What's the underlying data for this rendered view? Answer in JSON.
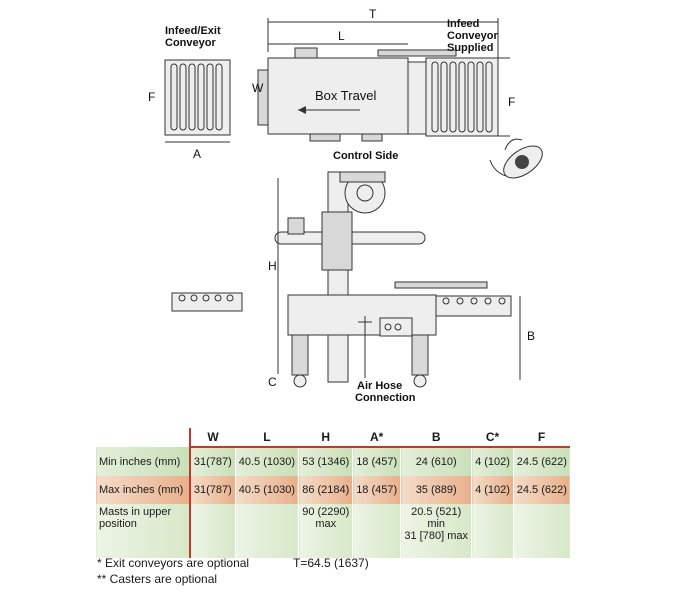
{
  "drawing": {
    "dim_T": "T",
    "dim_L": "L",
    "dim_W": "W",
    "dim_F_left": "F",
    "dim_F_right": "F",
    "dim_A": "A",
    "dim_H": "H",
    "dim_B": "B",
    "dim_C": "C",
    "infeed_exit_line1": "Infeed/Exit",
    "infeed_exit_line2": "Conveyor",
    "infeed_sup_line1": "Infeed",
    "infeed_sup_line2": "Conveyor",
    "infeed_sup_line3": "Supplied",
    "box_travel": "Box Travel",
    "control_side": "Control Side",
    "air_hose_line1": "Air Hose",
    "air_hose_line2": "Connection"
  },
  "table": {
    "headers": [
      "W",
      "L",
      "H",
      "A*",
      "B",
      "C*",
      "F"
    ],
    "rows": [
      {
        "label": "Min inches (mm)",
        "cells": [
          "31(787)",
          "40.5 (1030)",
          "53 (1346)",
          "18 (457)",
          "24 (610)",
          "4 (102)",
          "24.5 (622)"
        ]
      },
      {
        "label": "Max inches (mm)",
        "cells": [
          "31(787)",
          "40.5 (1030)",
          "86 (2184)",
          "18 (457)",
          "35 (889)",
          "4 (102)",
          "24.5 (622)"
        ]
      }
    ],
    "mast_row": {
      "label_line1": "Masts in upper",
      "label_line2": "position",
      "h_line1": "90 (2290)",
      "h_line2": "max",
      "b_line1": "20.5 (521)",
      "b_line2": "min",
      "b_line3": "31 [780] max"
    }
  },
  "notes": {
    "note1": "*  Exit conveyors are optional",
    "note2": "** Casters are optional",
    "total": "T=64.5 (1637)"
  }
}
